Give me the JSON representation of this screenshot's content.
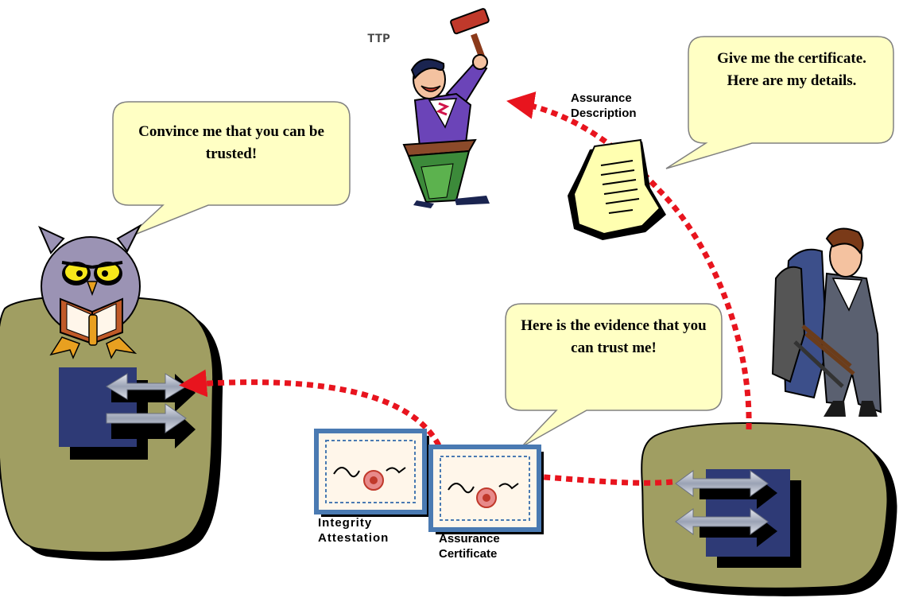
{
  "bubbles": {
    "owl": "Convince me that you can be trusted!",
    "evidence": "Here is the evidence that you can trust me!",
    "certificate_request": "Give me the certificate. Here are my details."
  },
  "labels": {
    "ttp": "TTP",
    "assurance_description": "Assurance Description",
    "integrity_attestation": "Integrity Attestation",
    "assurance_certificate": "Assurance Certificate"
  },
  "colors": {
    "blob": "#a09e62",
    "platform_square": "#2e3a76",
    "bubble_fill": "#ffffc4",
    "arrow_dotted": "#e8141e",
    "certificate_paper": "#fff6ea",
    "certificate_border": "#4a7ab2"
  },
  "icons": {
    "owl": "owl-reading-icon",
    "ttp": "judge-with-gavel-icon",
    "document": "document-scroll-icon",
    "person": "person-with-coats-icon",
    "certificate": "certificate-icon",
    "platform": "platform-arrows-icon"
  }
}
